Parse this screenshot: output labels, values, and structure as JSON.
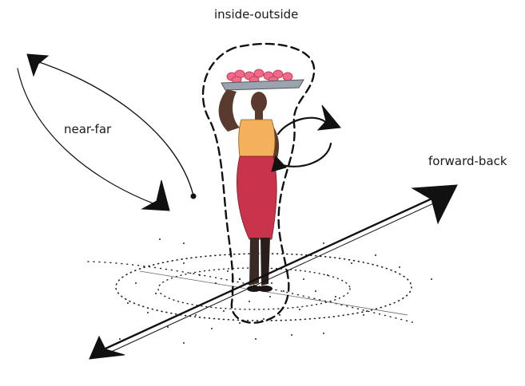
{
  "labels": {
    "inside_outside": "inside-outside",
    "near_far": "near-far",
    "forward_back": "forward-back"
  },
  "colors": {
    "ink": "#111111",
    "skin": "#5a3a2e",
    "tank_top": "#f2b15a",
    "skirt": "#c9344a",
    "tray": "#9aa3b0",
    "produce": "#f06a8a"
  }
}
